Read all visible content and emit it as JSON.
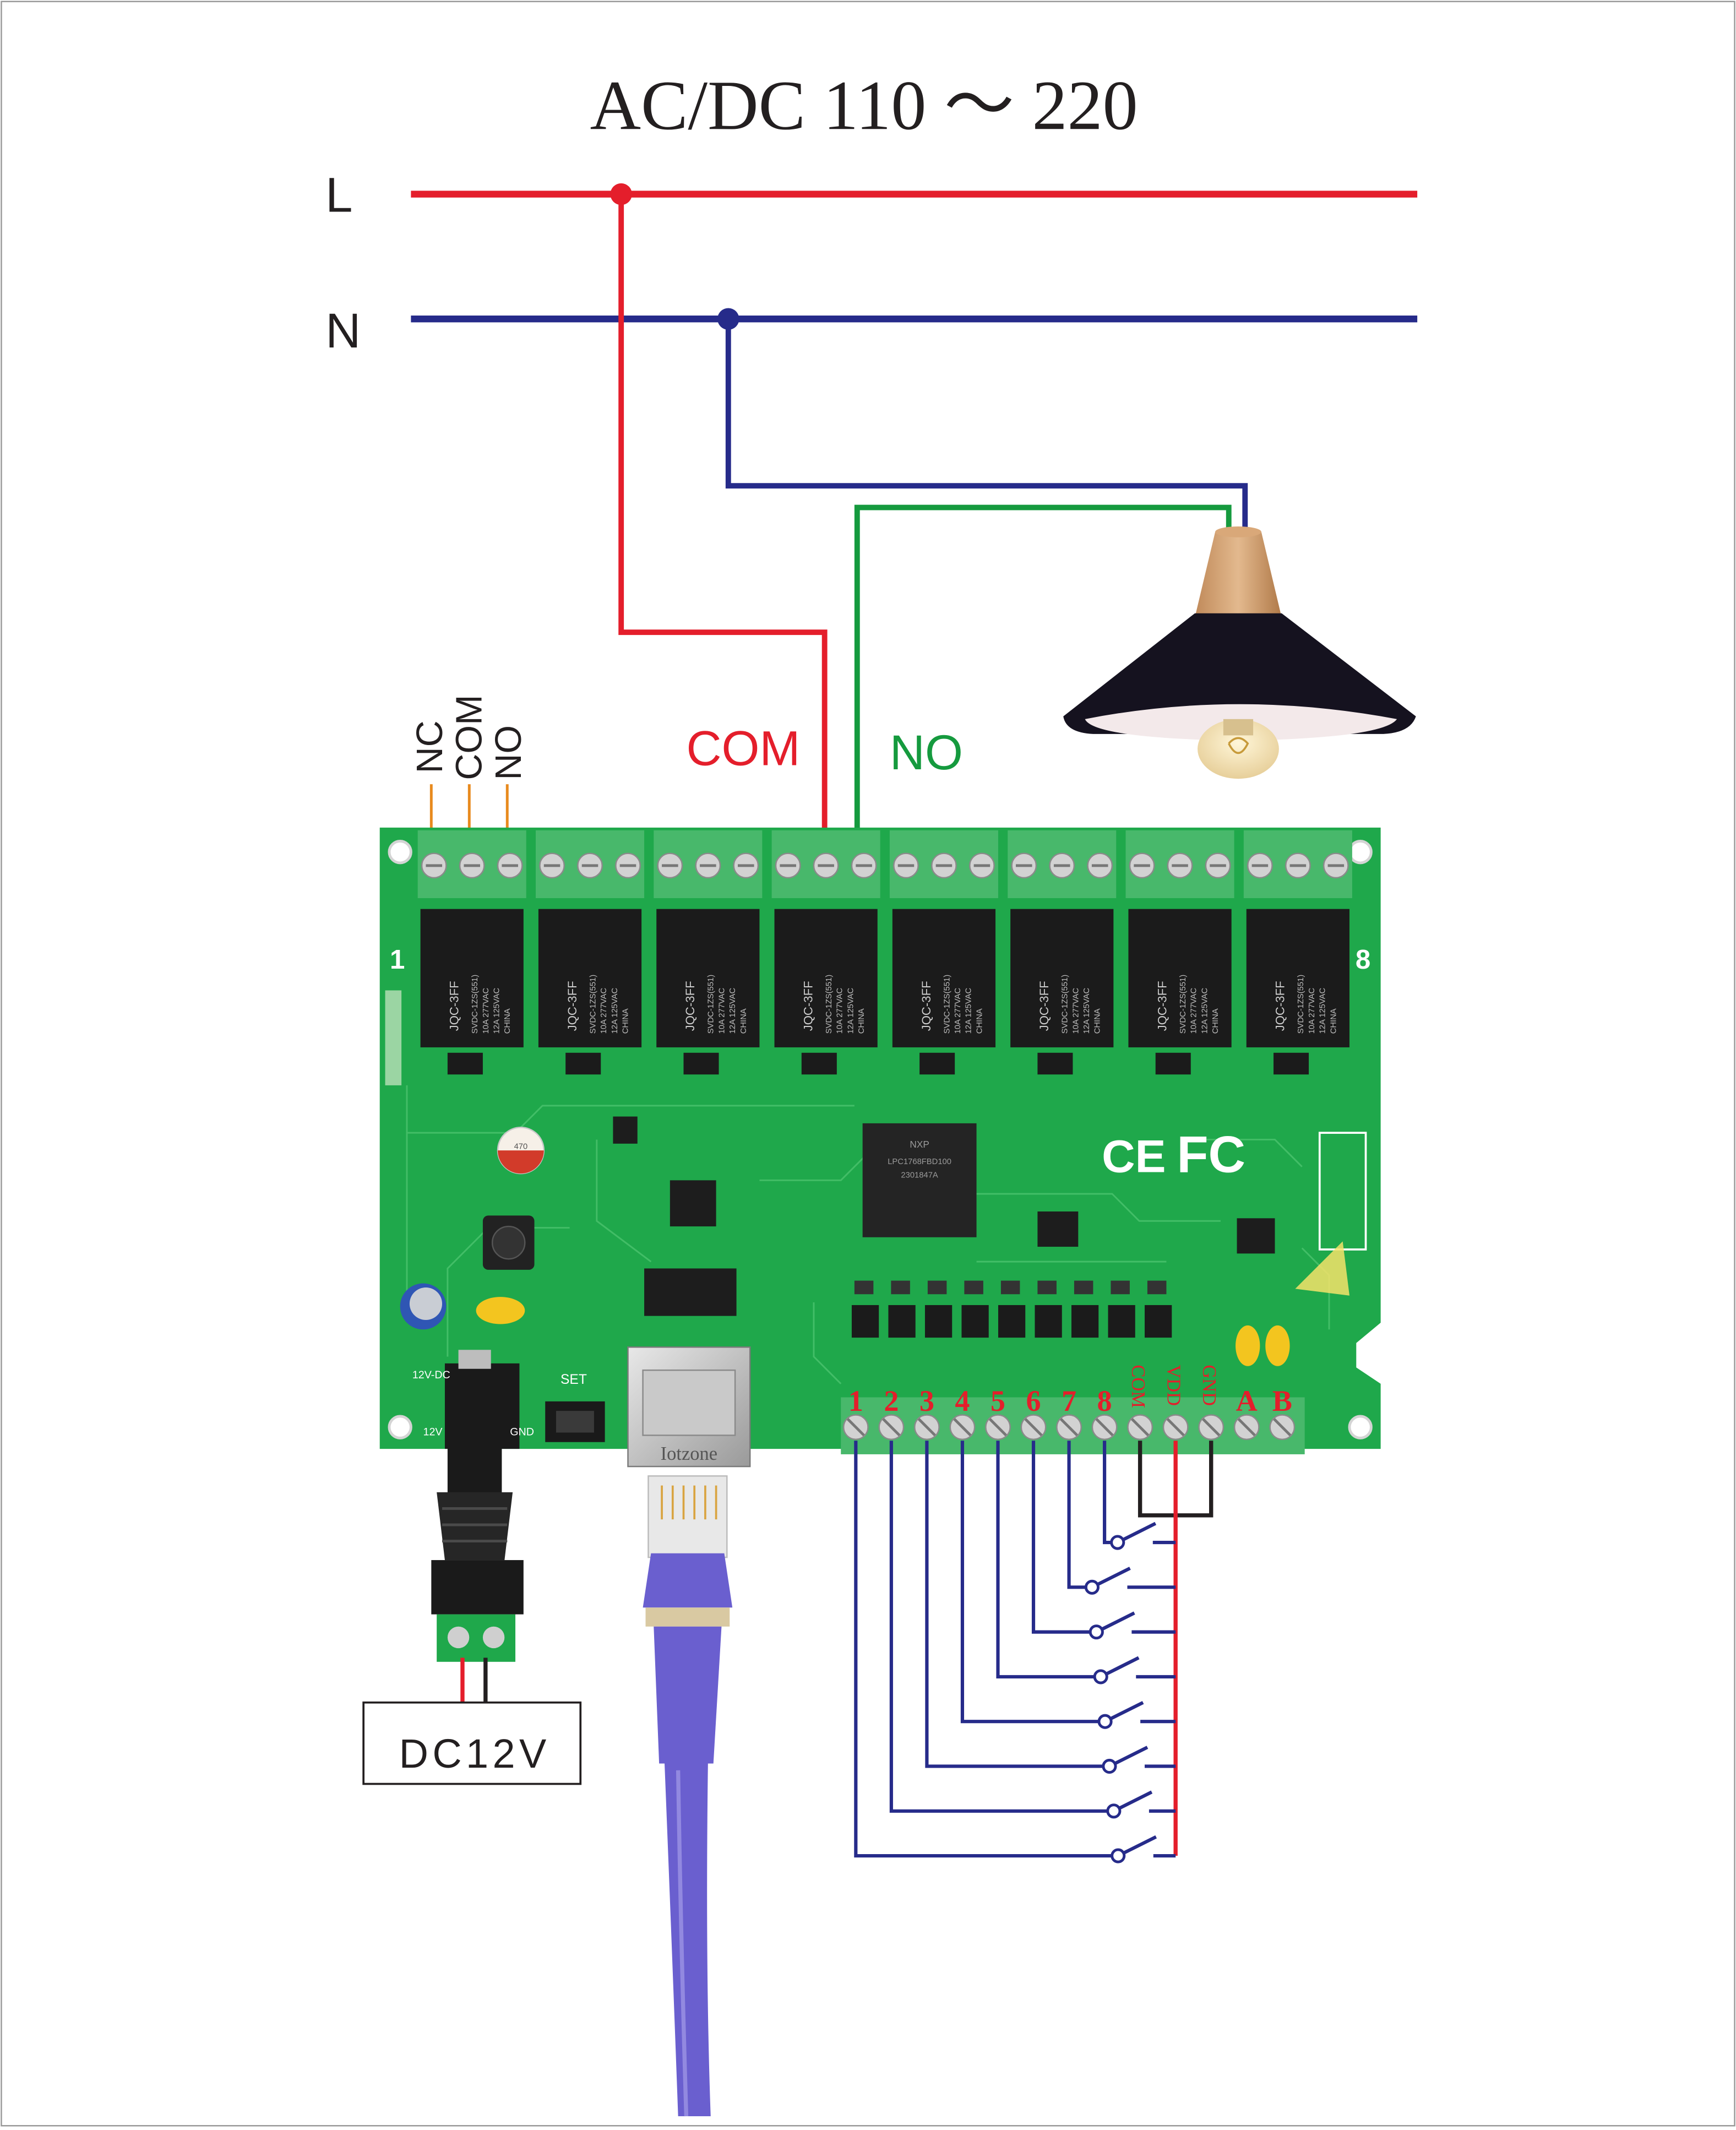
{
  "header": {
    "supply_label": "AC/DC 110 ～ 220"
  },
  "lines": {
    "live_label": "L",
    "neutral_label": "N",
    "live_color": "#e41e2b",
    "neutral_color": "#262b8a",
    "no_wire_color": "#159a3e"
  },
  "relay_terminals": {
    "nc_label": "NC",
    "com_label": "COM",
    "no_label": "NO",
    "com_callout": "COM",
    "no_callout": "NO"
  },
  "board": {
    "channel_first_label": "1",
    "channel_last_label": "8",
    "relay_count": 8,
    "relay_model_text": "JQC-3FF",
    "relay_spec_lines": [
      "SVDC-1ZS(551)",
      "10A 277VAC",
      "12A 125VAC",
      "CHINA"
    ],
    "chip_text_lines": [
      "NXP",
      "LPC1768FBD100",
      "2301847A"
    ],
    "cert_ce": "CE",
    "cert_fc": "FC",
    "power_jack_label": "12V-DC",
    "gnd_small_label": "GND",
    "vin_small_label": "12V",
    "set_label": "SET",
    "rj45_brand": "Iotzone",
    "board_color": "#1fa84b",
    "input_terminal_labels": [
      "1",
      "2",
      "3",
      "4",
      "5",
      "6",
      "7",
      "8",
      "COM",
      "VDD",
      "GND",
      "A",
      "B"
    ]
  },
  "power_supply": {
    "label": "DC12V",
    "plus": "+",
    "minus": "-"
  },
  "ethernet": {
    "cable_color": "#6a5fcf"
  }
}
